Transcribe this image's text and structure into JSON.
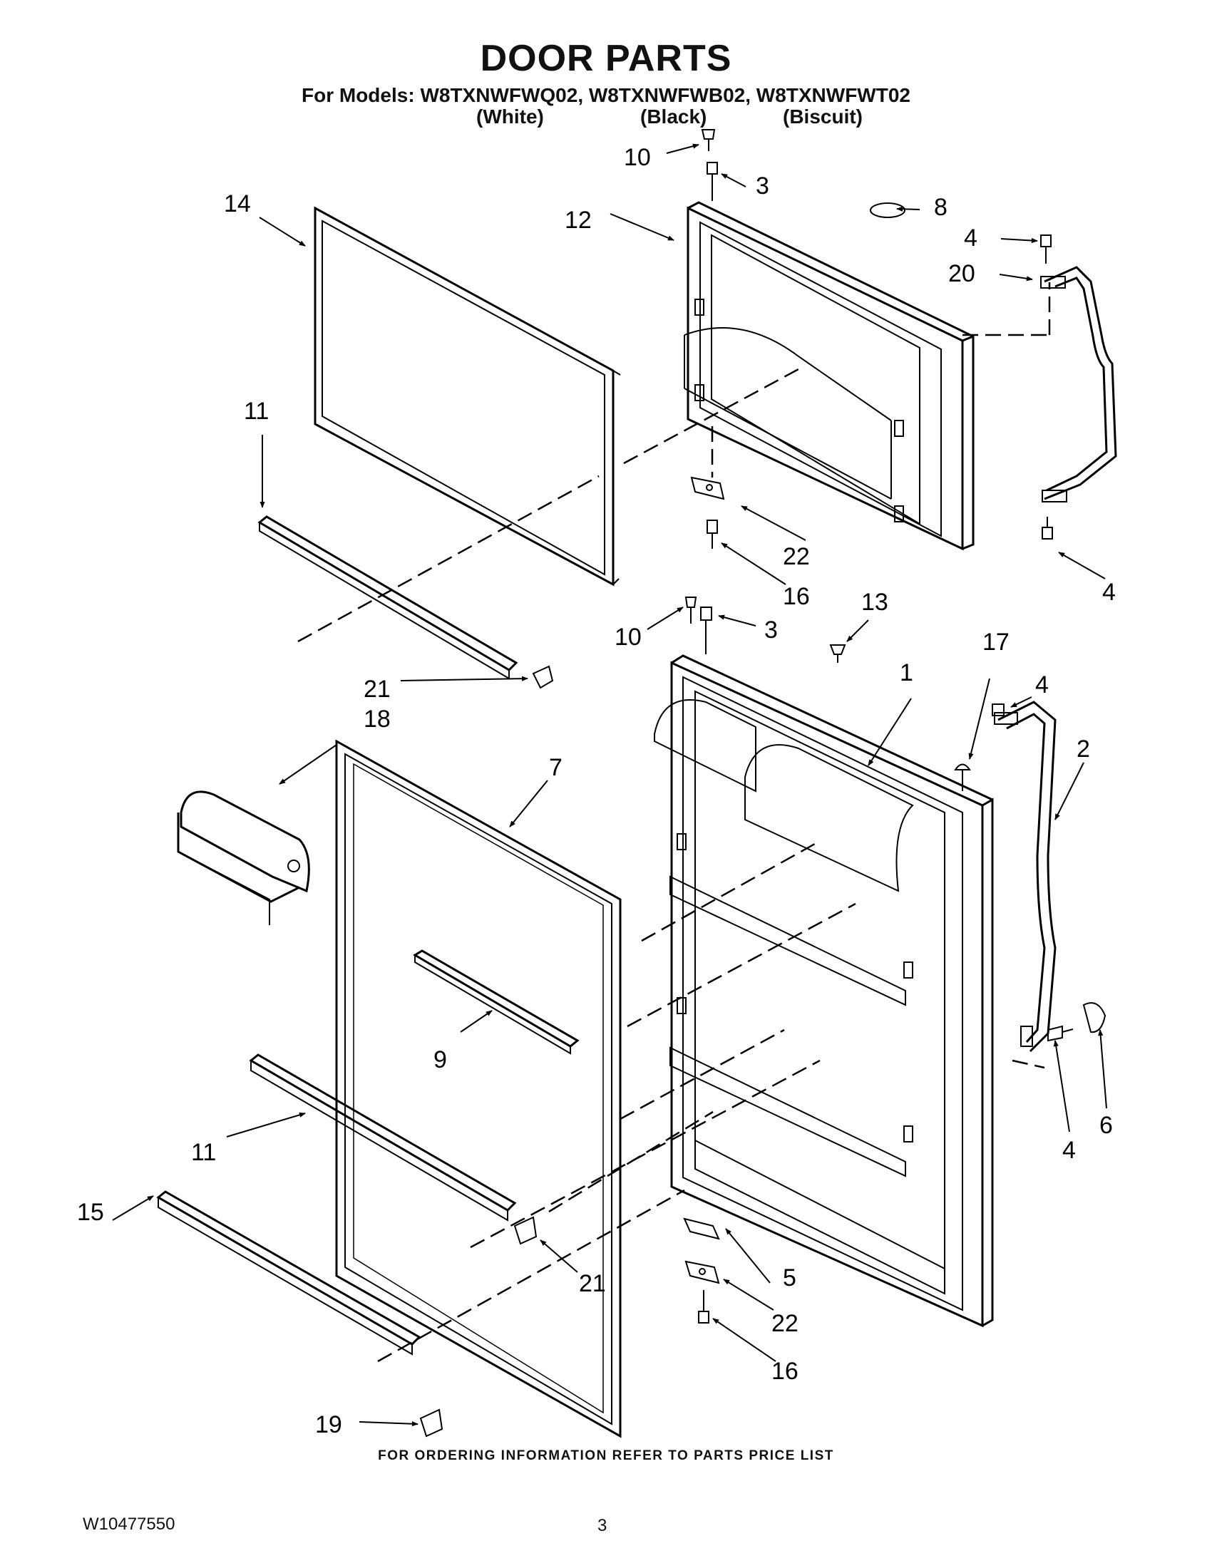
{
  "header": {
    "title": "DOOR PARTS",
    "models_line": "For Models: W8TXNWFWQ02, W8TXNWFWB02, W8TXNWFWT02",
    "colors": [
      "(White)",
      "(Black)",
      "(Biscuit)"
    ]
  },
  "callouts": [
    "10",
    "3",
    "12",
    "14",
    "8",
    "4",
    "20",
    "11",
    "22",
    "16",
    "4",
    "10",
    "3",
    "13",
    "17",
    "1",
    "4",
    "21",
    "18",
    "7",
    "2",
    "9",
    "4",
    "6",
    "11",
    "15",
    "21",
    "5",
    "22",
    "16",
    "19"
  ],
  "footer": {
    "ordering_note": "FOR ORDERING INFORMATION REFER TO PARTS PRICE LIST",
    "document_number": "W10477550",
    "page_number": "3"
  },
  "colors": {
    "ink": "#000000",
    "paper": "#ffffff"
  }
}
